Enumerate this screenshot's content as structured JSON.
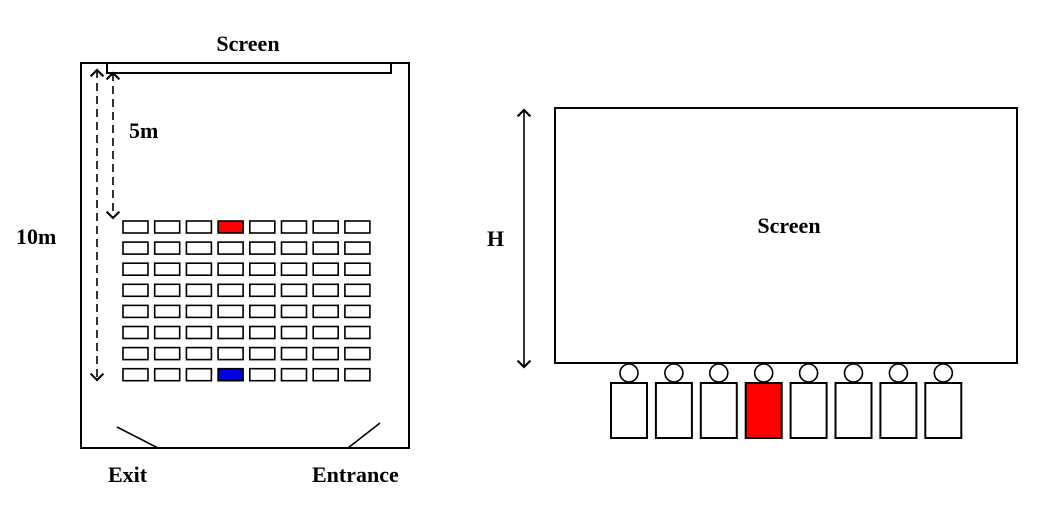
{
  "left_diagram": {
    "screen_label": "Screen",
    "distance_to_first_row": "5m",
    "room_length": "10m",
    "exit_label": "Exit",
    "entrance_label": "Entrance",
    "seating": {
      "rows": 8,
      "columns": 8,
      "red_seat": {
        "row": 1,
        "column": 4
      },
      "blue_seat": {
        "row": 8,
        "column": 4
      }
    }
  },
  "right_diagram": {
    "screen_label": "Screen",
    "height_label": "H",
    "viewers": 8,
    "red_seat_index": 4
  },
  "colors": {
    "red": "#ff0000",
    "blue": "#0000e0",
    "line": "#000000"
  }
}
